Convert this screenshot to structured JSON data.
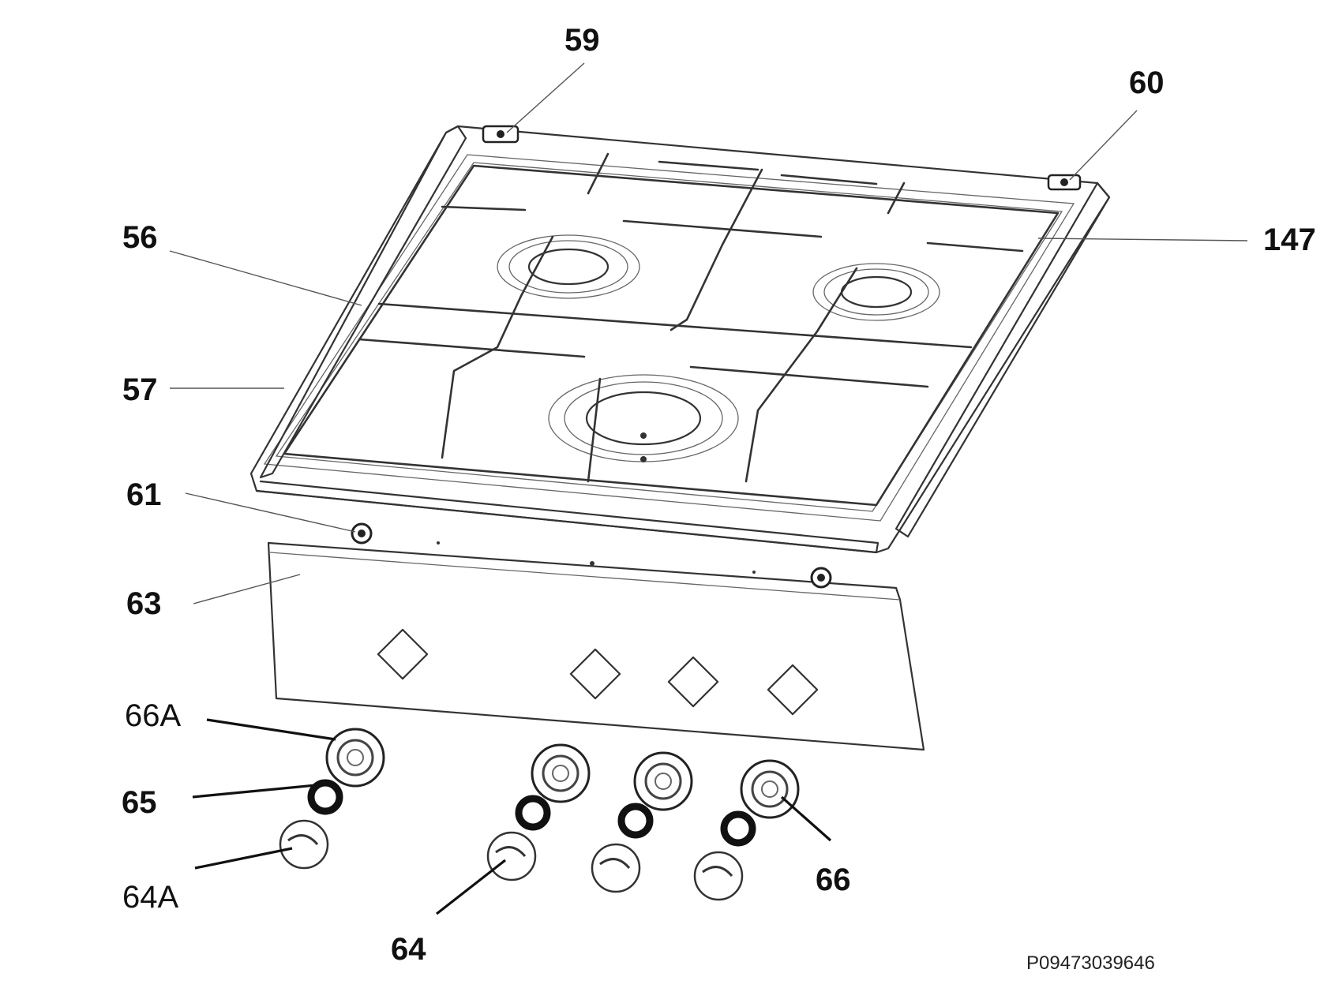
{
  "callouts": {
    "c59": "59",
    "c60": "60",
    "c56": "56",
    "c147": "147",
    "c57": "57",
    "c61": "61",
    "c63": "63",
    "c66A": "66A",
    "c65": "65",
    "c64A": "64A",
    "c64": "64",
    "c66": "66"
  },
  "drawing_code": "P09473039646"
}
